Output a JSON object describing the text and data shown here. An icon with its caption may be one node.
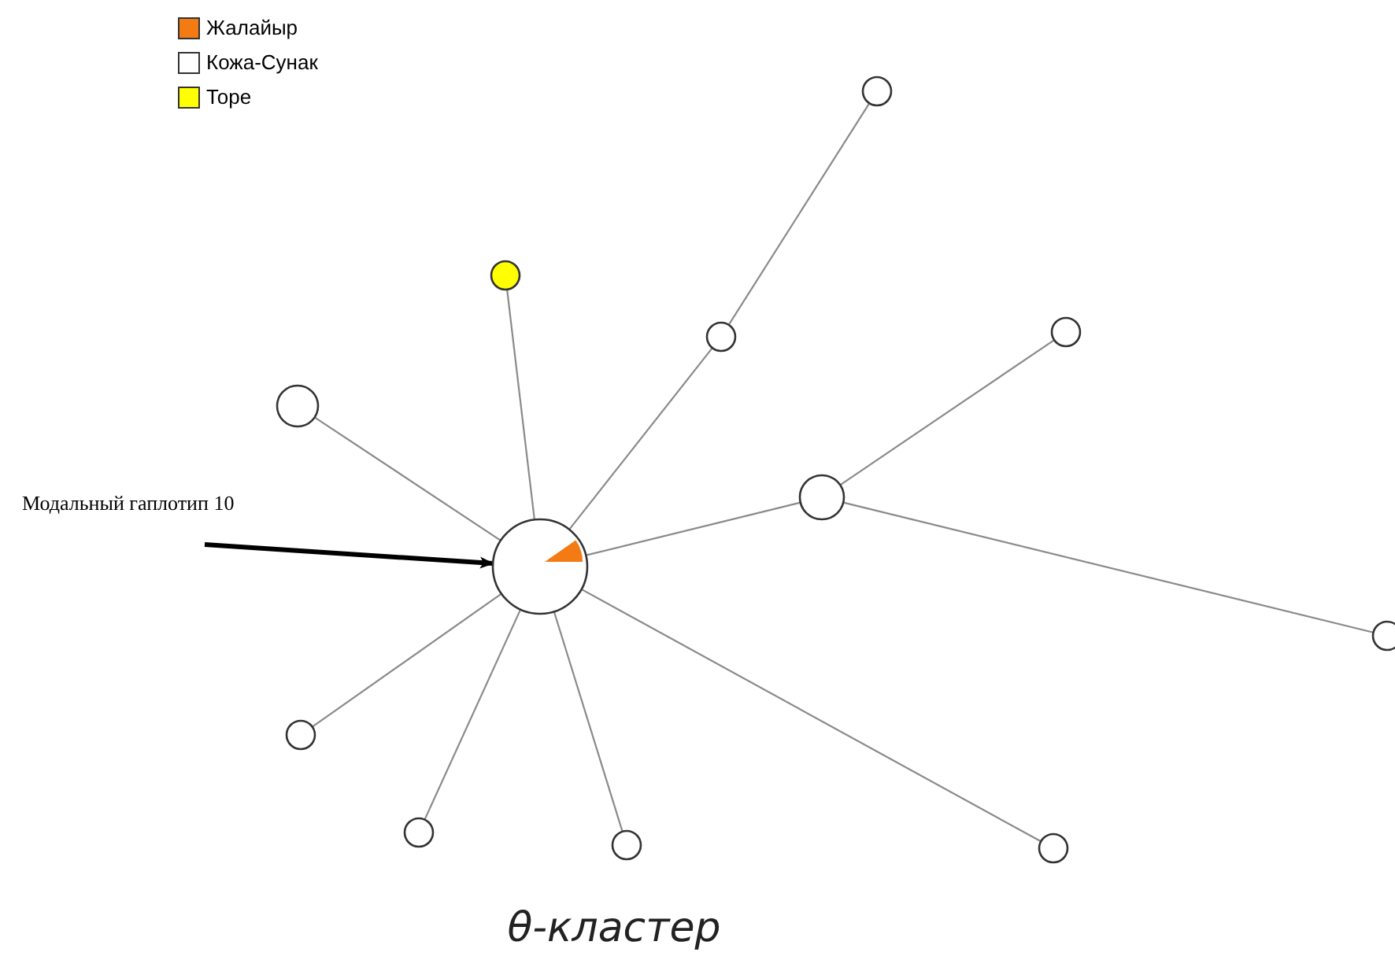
{
  "diagram": {
    "caption": "θ-кластер",
    "nodes": [
      {
        "text": [],
        "shape": "circle"
      },
      {
        "text": [],
        "shape": "circle"
      },
      {
        "text": [],
        "shape": "circle"
      },
      {
        "text": [],
        "shape": "circle"
      },
      {
        "text": [],
        "shape": "circle"
      },
      {
        "text": [
          "Модальный гаплотип 10"
        ]
      },
      {
        "text": [],
        "shape": "circle"
      },
      {
        "text": [],
        "shape": "circle"
      },
      {
        "text": [],
        "shape": "circle"
      },
      {
        "text": [],
        "shape": "circle"
      },
      {
        "text": [],
        "shape": "circle"
      },
      {
        "text": [],
        "shape": "circle"
      },
      {
        "text": [],
        "shape": "circle"
      }
    ],
    "edges": [
      {
        "from": 6,
        "to": 4,
        "arrow": "none"
      },
      {
        "from": 6,
        "to": 1,
        "arrow": "none"
      },
      {
        "from": 6,
        "to": 2,
        "arrow": "none"
      },
      {
        "from": 2,
        "to": 0,
        "arrow": "none"
      },
      {
        "from": 6,
        "to": 7,
        "arrow": "none"
      },
      {
        "from": 7,
        "to": 3,
        "arrow": "none"
      },
      {
        "from": 7,
        "to": 8,
        "arrow": "none"
      },
      {
        "from": 6,
        "to": 9,
        "arrow": "none"
      },
      {
        "from": 6,
        "to": 10,
        "arrow": "none"
      },
      {
        "from": 6,
        "to": 11,
        "arrow": "none"
      },
      {
        "from": 6,
        "to": 12,
        "arrow": "none"
      },
      {
        "from": 5,
        "to": 6,
        "arrow": "to",
        "style": "thick",
        "color": "#000000"
      }
    ],
    "legend": [
      {
        "text": "Жалайыр",
        "color": "#f47a14"
      },
      {
        "text": "Кожа-Сунак",
        "color": "#ffffff"
      },
      {
        "text": "Торе",
        "color": "#ffff00"
      }
    ]
  }
}
